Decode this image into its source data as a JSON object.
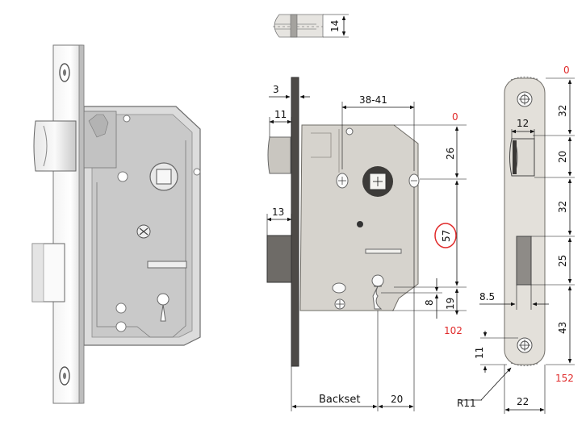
{
  "dimensions": {
    "d14": "14",
    "d3": "3",
    "d38_41": "38-41",
    "d11_top": "11",
    "d0_main": "0",
    "d26": "26",
    "d13": "13",
    "d57": "57",
    "d8": "8",
    "d19": "19",
    "d102": "102",
    "backset": "Backset",
    "d20_bottom": "20",
    "d0_plate": "0",
    "d32_top": "32",
    "d12": "12",
    "d20_right": "20",
    "d32_mid": "32",
    "d25": "25",
    "d8_5": "8.5",
    "d43": "43",
    "d11_left": "11",
    "d152": "152",
    "r11": "R11",
    "d22": "22"
  },
  "colors": {
    "red": "#e02a2a",
    "lock_body": "#d6d3cd",
    "plate": "#e3e0da"
  }
}
